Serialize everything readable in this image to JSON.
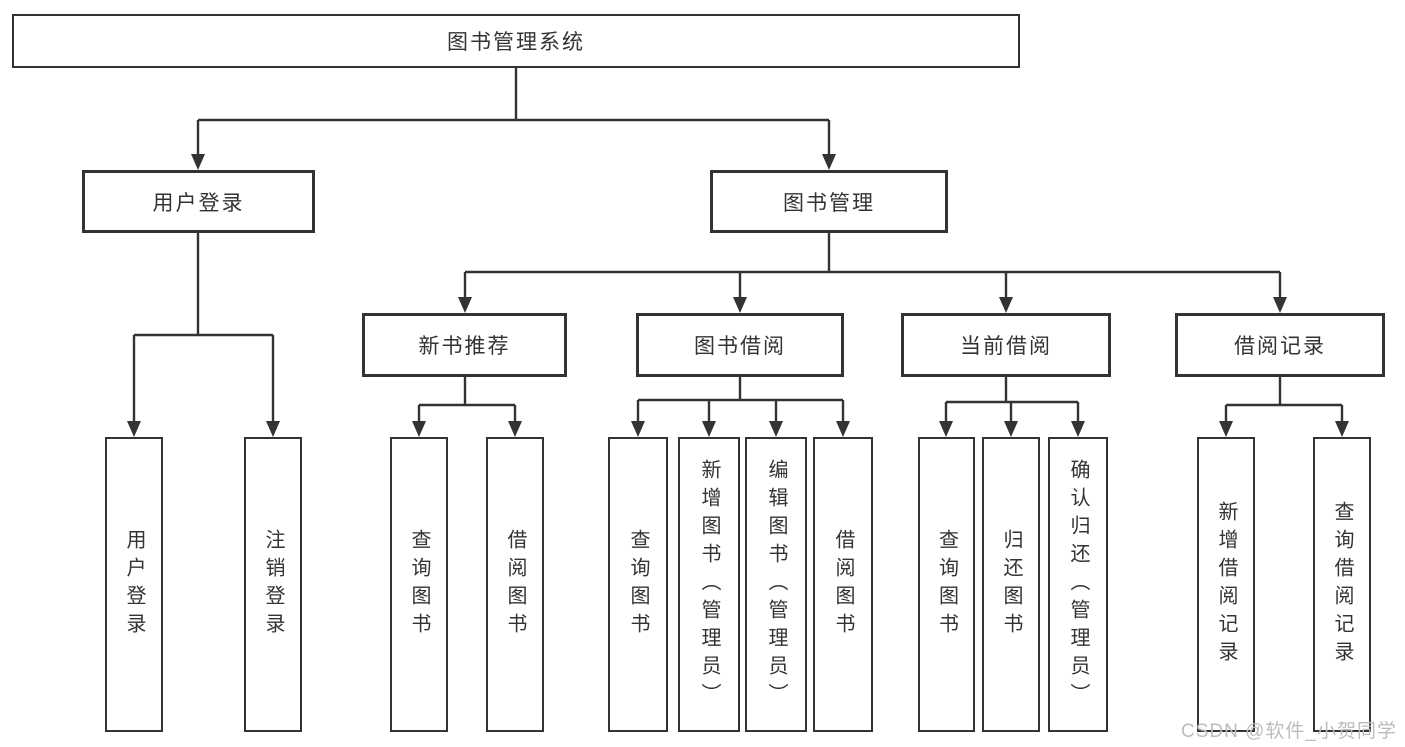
{
  "diagram_type": "tree",
  "tree": {
    "label": "图书管理系统",
    "children": [
      {
        "label": "用户登录",
        "children": [
          {
            "label": "用户登录"
          },
          {
            "label": "注销登录"
          }
        ]
      },
      {
        "label": "图书管理",
        "children": [
          {
            "label": "新书推荐",
            "children": [
              {
                "label": "查询图书"
              },
              {
                "label": "借阅图书"
              }
            ]
          },
          {
            "label": "图书借阅",
            "children": [
              {
                "label": "查询图书"
              },
              {
                "label": "新增图书（管理员）"
              },
              {
                "label": "编辑图书（管理员）"
              },
              {
                "label": "借阅图书"
              }
            ]
          },
          {
            "label": "当前借阅",
            "children": [
              {
                "label": "查询图书"
              },
              {
                "label": "归还图书"
              },
              {
                "label": "确认归还（管理员）"
              }
            ]
          },
          {
            "label": "借阅记录",
            "children": [
              {
                "label": "新增借阅记录"
              },
              {
                "label": "查询借阅记录"
              }
            ]
          }
        ]
      }
    ]
  },
  "watermark": {
    "text": "CSDN @软件_小贺同学"
  },
  "colors": {
    "line": "#333333",
    "box_border": "#333333",
    "box_fill": "#ffffff",
    "text": "#333333",
    "watermark": "#bcbcbc",
    "background": "#ffffff"
  }
}
